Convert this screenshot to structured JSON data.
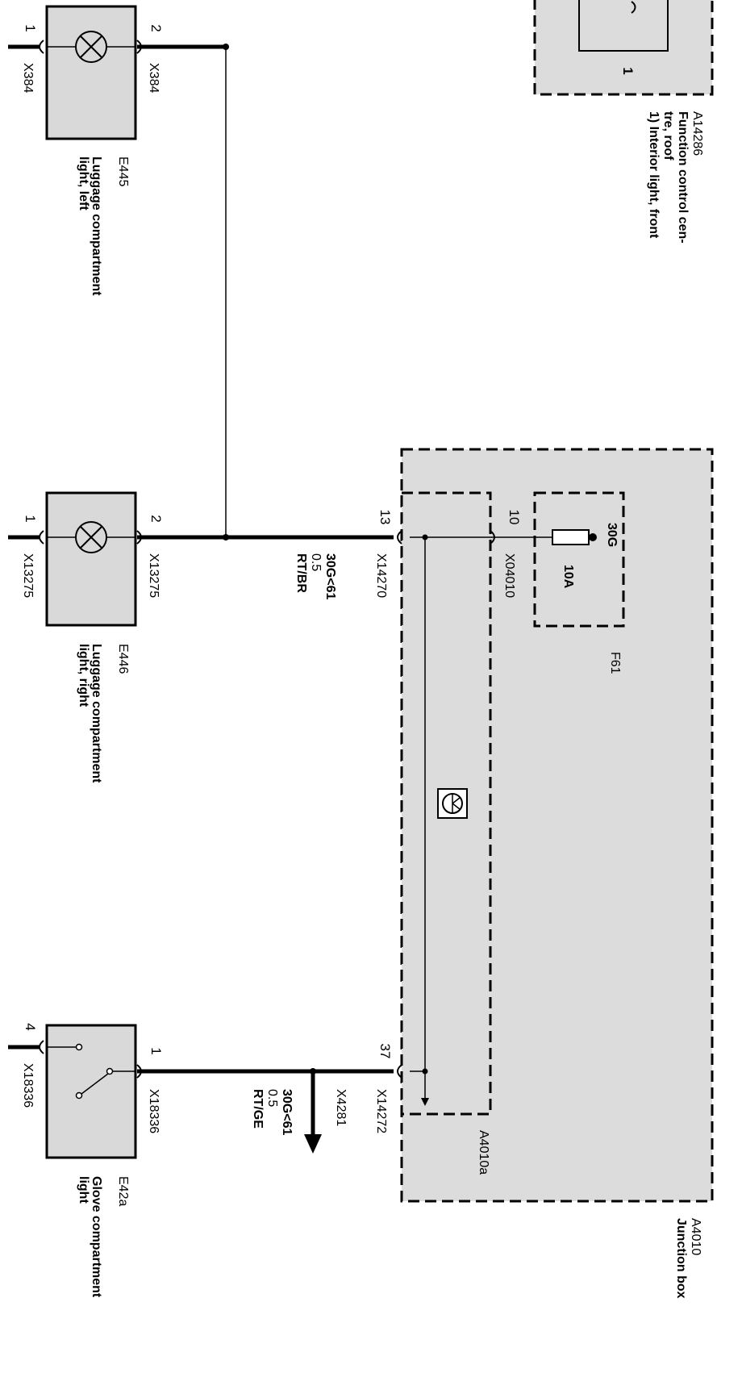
{
  "colors": {
    "wire": "#000000",
    "module_fill": "#dcdcdc",
    "component_fill": "#d9d9d9",
    "background": "#ffffff"
  },
  "components": {
    "a14286": {
      "id": "A14286",
      "desc_1": "Function control cen-",
      "desc_2": "tre, roof",
      "note": "1) Interior light, front",
      "pin": "1"
    },
    "e445": {
      "id": "E445",
      "desc_1": "Luggage compartment",
      "desc_2": "light, left",
      "pin_left": "1",
      "pin_right": "2",
      "conn_left": "X384",
      "conn_right": "X384"
    },
    "e446": {
      "id": "E446",
      "desc_1": "Luggage compartment",
      "desc_2": "light, right",
      "pin_left": "1",
      "pin_right": "2",
      "conn_left": "X13275",
      "conn_right": "X13275"
    },
    "e42a": {
      "id": "E42a",
      "desc_1": "Glove compartment",
      "desc_2": "light",
      "pin_left": "4",
      "pin_right": "1",
      "conn_left": "X18336",
      "conn_right": "X18336"
    },
    "a4010": {
      "id": "A4010",
      "desc": "Junction box"
    },
    "a4010a": {
      "id": "A4010a"
    },
    "f61": {
      "id": "F61",
      "terminal": "30G",
      "rating": "10A",
      "pin": "10",
      "connector": "X04010"
    }
  },
  "connectors": {
    "x14270": {
      "id": "X14270",
      "pin": "13"
    },
    "x14272": {
      "id": "X14272",
      "pin": "37"
    },
    "x4281": {
      "id": "X4281"
    }
  },
  "wires": {
    "w1": {
      "signal": "30G<61",
      "size": "0.5",
      "color": "RT/BR"
    },
    "w2": {
      "signal": "30G<61",
      "size": "0.5",
      "color": "RT/GE"
    }
  }
}
